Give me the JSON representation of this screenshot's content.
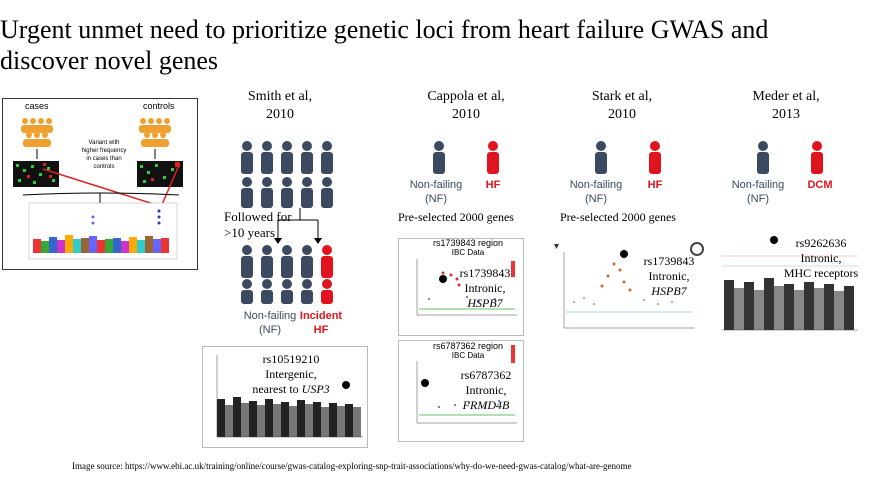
{
  "slide": {
    "title_line1": "Urgent unmet need to prioritize genetic loci from heart failure GWAS and",
    "title_line2": "discover novel genes",
    "source": "Image source: https://www.ebi.ac.uk/training/online/course/gwas-catalog-exploring-snp-trait-associations/why-do-we-need-gwas-catalog/what-are-genome"
  },
  "schematic": {
    "cases": "cases",
    "controls": "controls",
    "variant_note_1": "Variant with",
    "variant_note_2": "higher frequency",
    "variant_note_3": "in cases than",
    "variant_note_4": "controls"
  },
  "studies": [
    {
      "author": "Smith et al,",
      "year": "2010",
      "group1": "Non-failing",
      "group1b": "(NF)",
      "group2": "Incident",
      "group2b": "HF",
      "followup_1": "Followed for",
      "followup_2": ">10 years",
      "hit": "rs10519210",
      "hit_desc_1": "Intergenic,",
      "hit_desc_2": "nearest to",
      "hit_gene": "USP3"
    },
    {
      "author": "Cappola et al,",
      "year": "2010",
      "group1": "Non-failing",
      "group1b": "(NF)",
      "group2": "HF",
      "preselected": "Pre-selected 2000 genes",
      "plot1_title": "rs1739843 region",
      "plot1_sub": "IBC Data",
      "hit1": "rs1739843",
      "hit1_desc": "Intronic,",
      "hit1_gene": "HSPB7",
      "plot2_title": "rs6787362 region",
      "plot2_sub": "IBC Data",
      "hit2": "rs6787362",
      "hit2_desc": "Intronic,",
      "hit2_gene": "FRMD4B"
    },
    {
      "author": "Stark et al,",
      "year": "2010",
      "group1": "Non-failing",
      "group1b": "(NF)",
      "group2": "HF",
      "preselected": "Pre-selected 2000 genes",
      "hit": "rs1739843",
      "hit_desc": "Intronic,",
      "hit_gene": "HSPB7"
    },
    {
      "author": "Meder et al,",
      "year": "2013",
      "group1": "Non-failing",
      "group1b": "(NF)",
      "group2": "DCM",
      "hit": "rs9262636",
      "hit_desc_1": "Intronic,",
      "hit_desc_2": "MHC receptors"
    }
  ],
  "colors": {
    "person_grey": "#3b4a60",
    "person_red": "#e0141e",
    "case_orange": "#f0a030"
  }
}
